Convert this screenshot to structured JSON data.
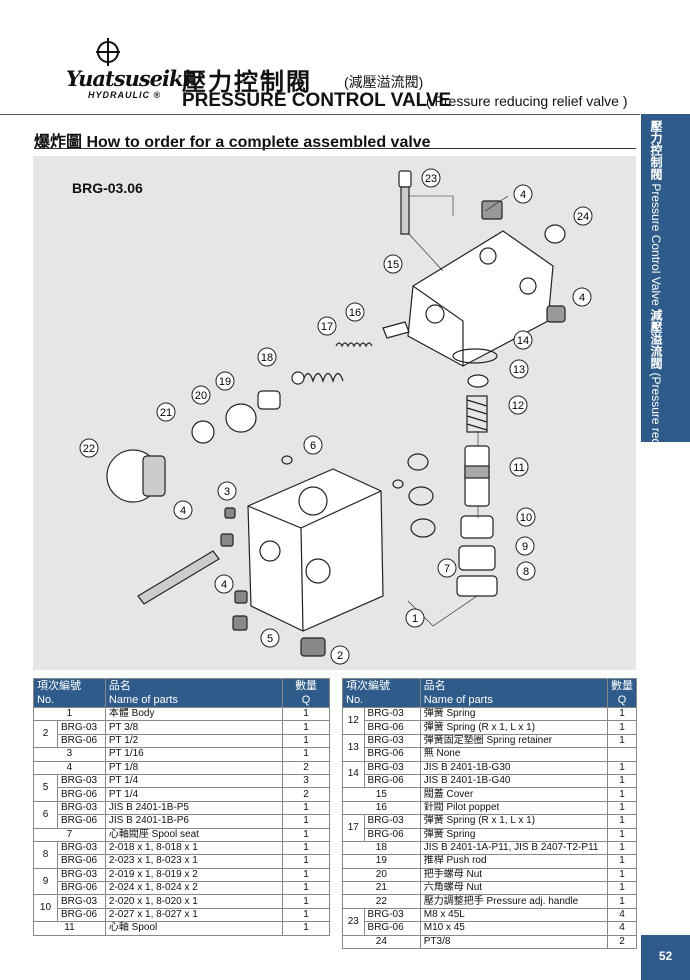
{
  "brand": {
    "name": "Yuatsuseiki",
    "sub": "HYDRAULIC ®"
  },
  "title": {
    "cn": "壓力控制閥",
    "cn_sub": "(減壓溢流閥)",
    "en": "PRESSURE CONTROL VALVE",
    "en_sub": "( Pressure reducing relief valve )"
  },
  "side_tab": {
    "cn_main": "壓力控制閥",
    "en_main": "Pressure Control Valve",
    "cn_sub": "減壓溢流閥",
    "en_sub": "(Pressure reducing relief valve)"
  },
  "section": {
    "cn": "爆炸圖",
    "en": "How to order for a complete assembled valve"
  },
  "diagram": {
    "model": "BRG-03.06",
    "callouts": [
      "23",
      "4",
      "24",
      "15",
      "4",
      "16",
      "17",
      "14",
      "13",
      "18",
      "12",
      "19",
      "20",
      "21",
      "22",
      "6",
      "11",
      "3",
      "10",
      "4",
      "9",
      "7",
      "8",
      "4",
      "1",
      "5",
      "2"
    ]
  },
  "table_headers": {
    "no_cn": "項次編號",
    "no_en": "No.",
    "name_cn": "品名",
    "name_en": "Name of parts",
    "q_cn": "數量",
    "q_en": "Q"
  },
  "left_rows": [
    {
      "no": "1",
      "sub": "",
      "name": "本體 Body",
      "q": "1"
    },
    {
      "no": "2",
      "sub": "BRG-03",
      "name": "PT 3/8",
      "q": "1"
    },
    {
      "no": "",
      "sub": "BRG-06",
      "name": "PT 1/2",
      "q": "1"
    },
    {
      "no": "3",
      "sub": "",
      "name": "PT 1/16",
      "q": "1"
    },
    {
      "no": "4",
      "sub": "",
      "name": "PT 1/8",
      "q": "2"
    },
    {
      "no": "5",
      "sub": "BRG-03",
      "name": "PT 1/4",
      "q": "3"
    },
    {
      "no": "",
      "sub": "BRG-06",
      "name": "PT 1/4",
      "q": "2"
    },
    {
      "no": "6",
      "sub": "BRG-03",
      "name": "JIS B 2401-1B-P5",
      "q": "1"
    },
    {
      "no": "",
      "sub": "BRG-06",
      "name": "JIS B 2401-1B-P6",
      "q": "1"
    },
    {
      "no": "7",
      "sub": "",
      "name": "心軸閥座 Spool seat",
      "q": "1"
    },
    {
      "no": "8",
      "sub": "BRG-03",
      "name": "2-018 x 1, 8-018 x 1",
      "q": "1"
    },
    {
      "no": "",
      "sub": "BRG-06",
      "name": "2-023 x 1, 8-023 x 1",
      "q": "1"
    },
    {
      "no": "9",
      "sub": "BRG-03",
      "name": "2-019 x 1, 8-019 x 2",
      "q": "1"
    },
    {
      "no": "",
      "sub": "BRG-06",
      "name": "2-024 x 1, 8-024 x 2",
      "q": "1"
    },
    {
      "no": "10",
      "sub": "BRG-03",
      "name": "2-020 x 1, 8-020 x 1",
      "q": "1"
    },
    {
      "no": "",
      "sub": "BRG-06",
      "name": "2-027 x 1, 8-027 x 1",
      "q": "1"
    },
    {
      "no": "11",
      "sub": "",
      "name": "心軸 Spool",
      "q": "1"
    }
  ],
  "right_rows": [
    {
      "no": "12",
      "sub": "BRG-03",
      "name": "彈簧 Spring",
      "q": "1"
    },
    {
      "no": "",
      "sub": "BRG-06",
      "name": "彈簧 Spring (R x 1, L x 1)",
      "q": "1"
    },
    {
      "no": "13",
      "sub": "BRG-03",
      "name": "彈簧固定墊圈 Spring retainer",
      "q": "1"
    },
    {
      "no": "",
      "sub": "BRG-06",
      "name": "無 None",
      "q": ""
    },
    {
      "no": "14",
      "sub": "BRG-03",
      "name": "JIS B 2401-1B-G30",
      "q": "1"
    },
    {
      "no": "",
      "sub": "BRG-06",
      "name": "JIS B 2401-1B-G40",
      "q": "1"
    },
    {
      "no": "15",
      "sub": "",
      "name": "閥蓋 Cover",
      "q": "1"
    },
    {
      "no": "16",
      "sub": "",
      "name": "針閥 Pilot poppet",
      "q": "1"
    },
    {
      "no": "17",
      "sub": "BRG-03",
      "name": "彈簧 Spring (R x 1, L x 1)",
      "q": "1"
    },
    {
      "no": "",
      "sub": "BRG-06",
      "name": "彈簧 Spring",
      "q": "1"
    },
    {
      "no": "18",
      "sub": "",
      "name": "JIS B 2401-1A-P11, JIS B 2407-T2-P11",
      "q": "1"
    },
    {
      "no": "19",
      "sub": "",
      "name": "推桿 Push rod",
      "q": "1"
    },
    {
      "no": "20",
      "sub": "",
      "name": "把手螺母 Nut",
      "q": "1"
    },
    {
      "no": "21",
      "sub": "",
      "name": "六角螺母 Nut",
      "q": "1"
    },
    {
      "no": "22",
      "sub": "",
      "name": "壓力調整把手 Pressure adj. handle",
      "q": "1"
    },
    {
      "no": "23",
      "sub": "BRG-03",
      "name": "M8 x 45L",
      "q": "4"
    },
    {
      "no": "",
      "sub": "BRG-06",
      "name": "M10 x 45",
      "q": "4"
    },
    {
      "no": "24",
      "sub": "",
      "name": "PT3/8",
      "q": "2"
    }
  ],
  "page_number": "52"
}
